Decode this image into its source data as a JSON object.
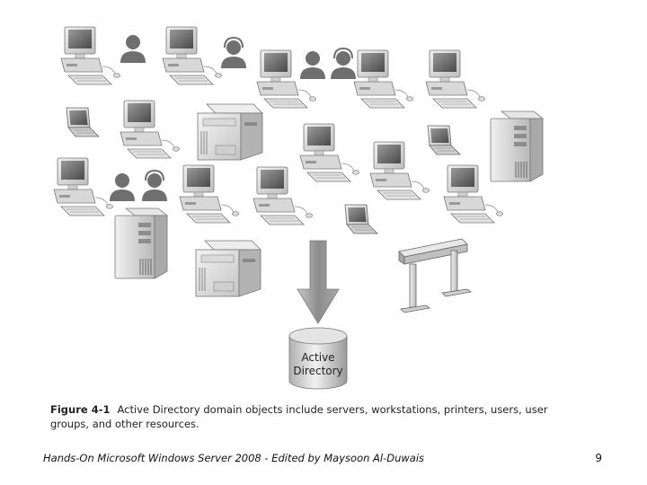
{
  "figure": {
    "database_label_line1": "Active",
    "database_label_line2": "Directory",
    "icons": {
      "workstation": "workstation-icon",
      "laptop": "laptop-icon",
      "server": "server-icon",
      "printer": "printer-icon",
      "plotter": "plotter-icon",
      "user": "user-icon",
      "user_group": "user-group-icon",
      "arrow": "arrow-down-icon",
      "database": "database-icon"
    }
  },
  "caption": {
    "number": "Figure 4-1",
    "text": "Active Directory domain objects include servers, workstations, printers, users, user groups, and other resources."
  },
  "footer": {
    "text": "Hands-On Microsoft Windows Server 2008 - Edited by Maysoon Al-Duwais",
    "page_number": "9"
  }
}
